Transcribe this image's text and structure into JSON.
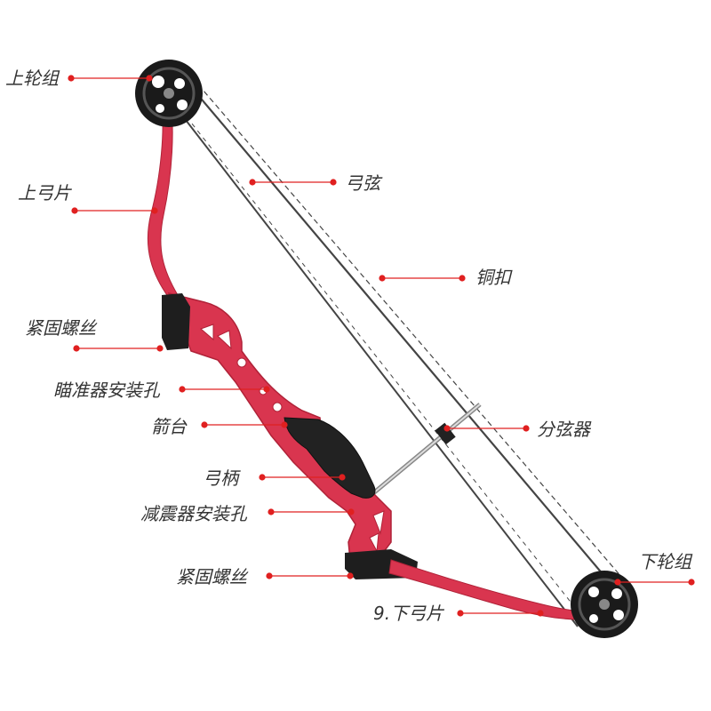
{
  "labels": {
    "upper_cam": "上轮组",
    "upper_limb": "上弓片",
    "string": "弓弦",
    "cable_clamp": "铜扣",
    "screw_top": "紧固螺丝",
    "sight_holes": "瞄准器安装孔",
    "arrow_rest": "箭台",
    "cable_guard": "分弦器",
    "grip": "弓柄",
    "stabilizer_hole": "减震器安装孔",
    "screw_bottom": "紧固螺丝",
    "lower_cam": "下轮组",
    "lower_limb": "9.下弓片"
  },
  "colors": {
    "bow_red": "#d9354f",
    "bow_red_dark": "#b02238",
    "pointer": "#e02020",
    "cam": "#1a1a1a",
    "grip": "#222222"
  }
}
